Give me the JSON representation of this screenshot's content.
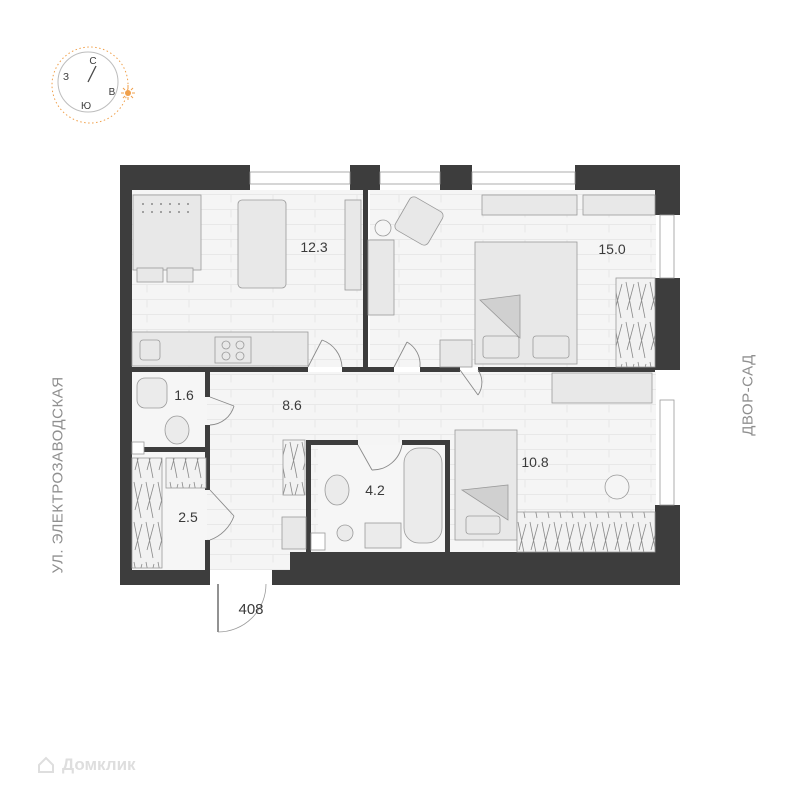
{
  "compass": {
    "north": "С",
    "south": "Ю",
    "west": "З",
    "east": "В",
    "accent": "#f0a04b"
  },
  "streets": {
    "left": "УЛ. ЭЛЕКТРОЗАВОДСКАЯ",
    "right": "ДВОР-САД"
  },
  "rooms": [
    {
      "id": "kitchen-living",
      "area": "12.3"
    },
    {
      "id": "bedroom",
      "area": "15.0"
    },
    {
      "id": "bathroom",
      "area": "1.6"
    },
    {
      "id": "hall",
      "area": "8.6"
    },
    {
      "id": "wc-bath",
      "area": "4.2"
    },
    {
      "id": "room",
      "area": "10.8"
    },
    {
      "id": "wardrobe",
      "area": "2.5"
    }
  ],
  "apartment_number": "408",
  "watermark": "Домклик",
  "colors": {
    "wall": "#3d3d3d",
    "floor": "#f4f4f4",
    "furniture": "#e6e6e6",
    "line": "#9a9a9a"
  }
}
